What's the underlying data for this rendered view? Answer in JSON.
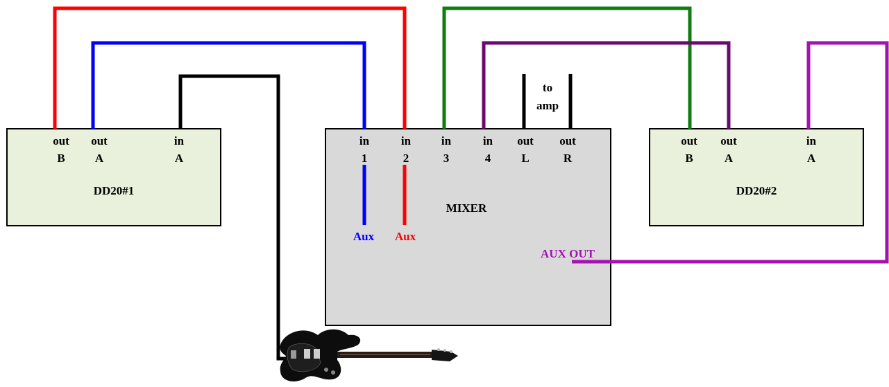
{
  "colors": {
    "box_fill_device": "#e9f0db",
    "box_fill_mixer": "#d9d9d9",
    "wire_red": "#ff0000",
    "wire_blue": "#0000ff",
    "wire_black": "#000000",
    "wire_green": "#127c12",
    "wire_dark_purple": "#6a0a6e",
    "wire_magenta": "#a412b2"
  },
  "dd20_1": {
    "title": "DD20#1",
    "ports": [
      {
        "top": "out",
        "bottom": "B"
      },
      {
        "top": "out",
        "bottom": "A"
      },
      {
        "top": "in",
        "bottom": "A"
      }
    ]
  },
  "mixer": {
    "title": "MIXER",
    "ports": [
      {
        "top": "in",
        "bottom": "1"
      },
      {
        "top": "in",
        "bottom": "2"
      },
      {
        "top": "in",
        "bottom": "3"
      },
      {
        "top": "in",
        "bottom": "4"
      },
      {
        "top": "out",
        "bottom": "L"
      },
      {
        "top": "out",
        "bottom": "R"
      }
    ],
    "aux_labels": [
      "Aux",
      "Aux"
    ],
    "aux_out": "AUX OUT"
  },
  "dd20_2": {
    "title": "DD20#2",
    "ports": [
      {
        "top": "out",
        "bottom": "B"
      },
      {
        "top": "out",
        "bottom": "A"
      },
      {
        "top": "in",
        "bottom": "A"
      }
    ]
  },
  "to_amp": {
    "line1": "to",
    "line2": "amp"
  },
  "guitar_icon": "electric-guitar-icon"
}
